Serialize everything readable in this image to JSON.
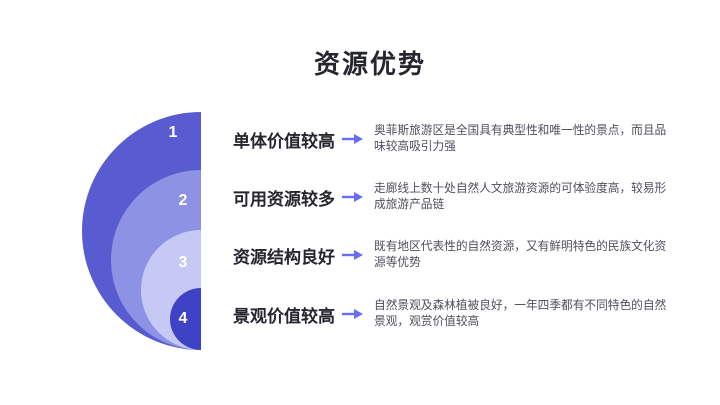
{
  "title": "资源优势",
  "items": [
    {
      "number": "1",
      "label": "单体价值较高",
      "description": "奥菲斯旅游区是全国具有典型性和唯一性的景点，而且品味较高吸引力强"
    },
    {
      "number": "2",
      "label": "可用资源较多",
      "description": "走廊线上数十处自然人文旅游资源的可体验度高，较易形成旅游产品链"
    },
    {
      "number": "3",
      "label": "资源结构良好",
      "description": "既有地区代表性的自然资源，又有鲜明特色的民族文化资源等优势"
    },
    {
      "number": "4",
      "label": "景观价值较高",
      "description": "自然景观及森林植被良好，一年四季都有不同特色的自然景观，观赏价值较高"
    }
  ],
  "colors": {
    "background": "#FFFFFF",
    "title_text": "#26272E",
    "label_text": "#26272E",
    "description_text": "#4E4F59",
    "arrow_accent": "#6A6EF0",
    "circle_1": "#585CD0",
    "circle_2": "#8D92E4",
    "circle_3": "#C6C9F3",
    "circle_4": "#3E42C5",
    "circle_number_text": "#FFFFFF"
  }
}
